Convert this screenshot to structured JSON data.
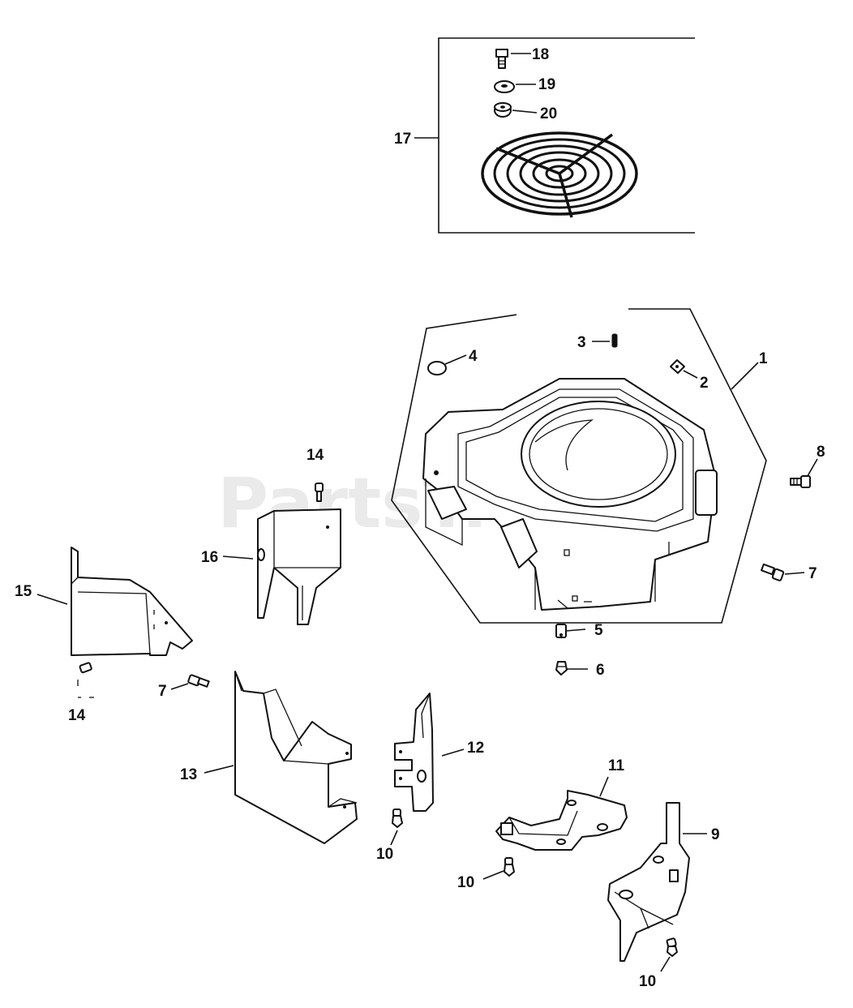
{
  "watermark": "PartsTree",
  "labels": {
    "l1": "1",
    "l2": "2",
    "l3": "3",
    "l4": "4",
    "l5": "5",
    "l6": "6",
    "l7a": "7",
    "l7b": "7",
    "l8": "8",
    "l9": "9",
    "l10a": "10",
    "l10b": "10",
    "l10c": "10",
    "l11": "11",
    "l12": "12",
    "l13": "13",
    "l14a": "14",
    "l14b": "14",
    "l15": "15",
    "l16": "16",
    "l17": "17",
    "l18": "18",
    "l19": "19",
    "l20": "20"
  }
}
